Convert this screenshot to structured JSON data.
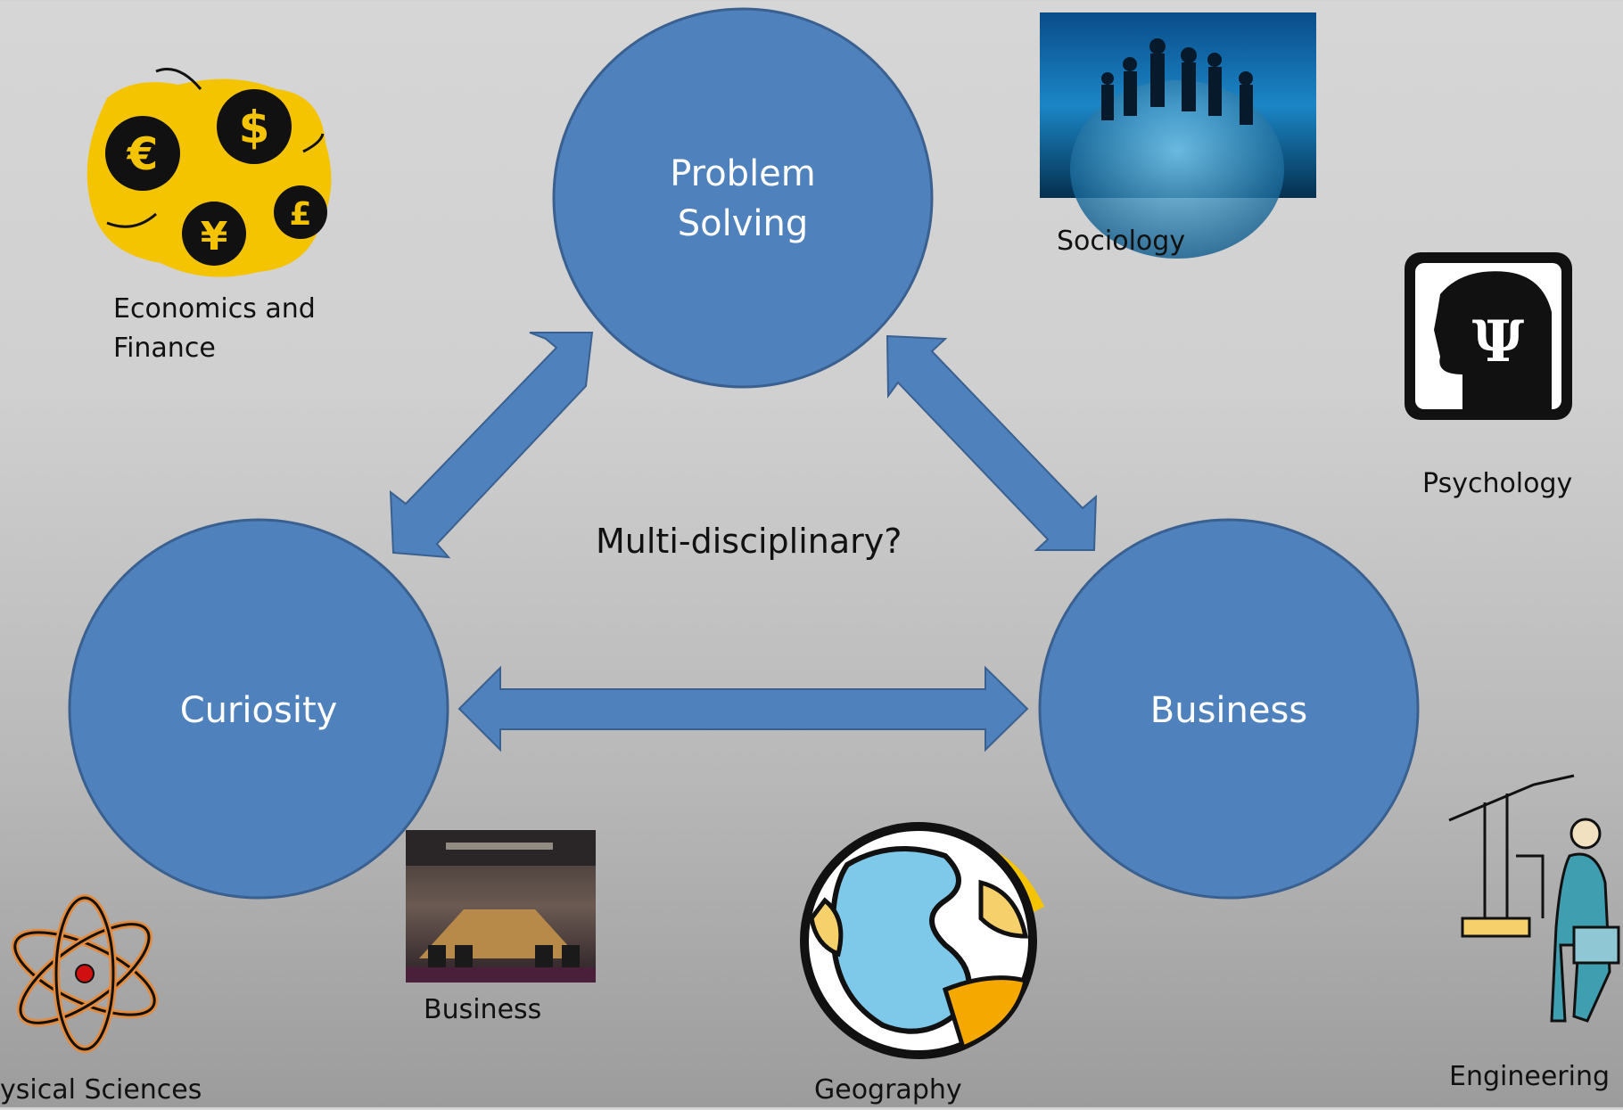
{
  "diagram": {
    "nodes": {
      "problem_solving": {
        "line1": "Problem",
        "line2": "Solving"
      },
      "curiosity": "Curiosity",
      "business": "Business"
    },
    "center_label": "Multi-disciplinary?"
  },
  "disciplines": {
    "economics_line1": "Economics and",
    "economics_line2": "Finance",
    "sociology": "Sociology",
    "psychology": "Psychology",
    "business": "Business",
    "geography": "Geography",
    "physical_sciences": "ysical Sciences",
    "engineering": "Engineering"
  },
  "colors": {
    "circle_fill": "#4f81bd",
    "circle_stroke": "#3a6090"
  }
}
